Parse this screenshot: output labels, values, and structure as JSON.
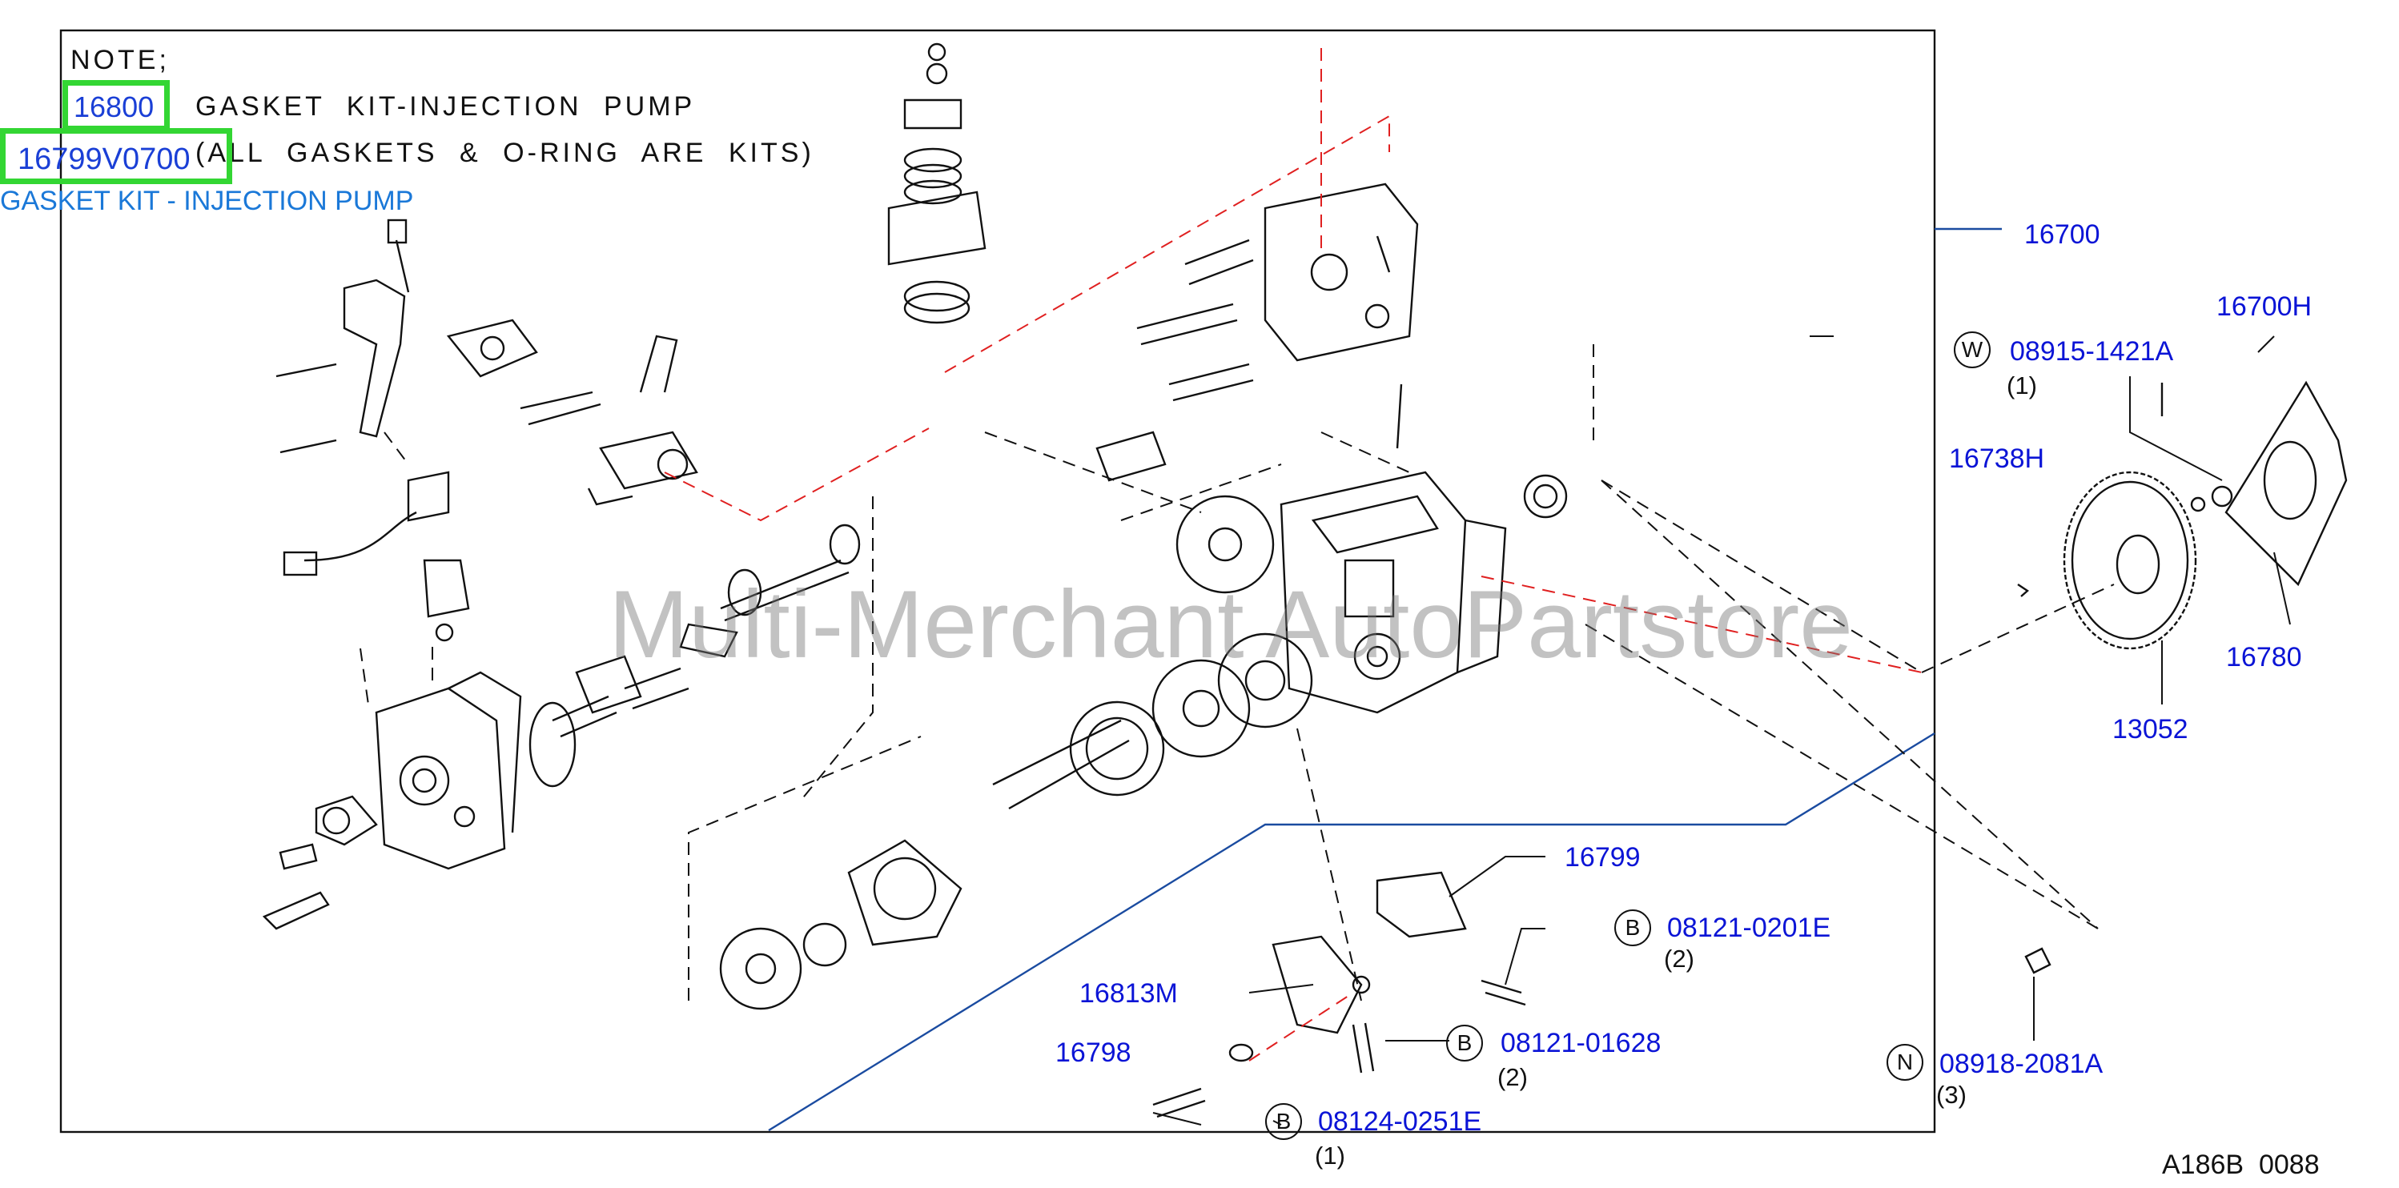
{
  "note": {
    "heading": "NOTE;",
    "kit_code": "16800",
    "kit_name": "GASKET KIT-INJECTION PUMP",
    "kit_sub": "(ALL GASKETS & O-RING ARE KITS)"
  },
  "highlight": {
    "part_number": "16799V0700",
    "part_name": "GASKET KIT - INJECTION PUMP"
  },
  "watermark": "Multi-Merchant AutoPartstore",
  "diagram_code": "A186B  0088",
  "parts": {
    "p16700": "16700",
    "p16700H": "16700H",
    "p16738H": "16738H",
    "p16780": "16780",
    "p13052": "13052",
    "p16799": "16799",
    "p16813M": "16813M",
    "p16798": "16798"
  },
  "callouts": {
    "w": {
      "letter": "W",
      "part": "08915-1421A",
      "qty": "(1)"
    },
    "b1": {
      "letter": "B",
      "part": "08121-0201E",
      "qty": "(2)"
    },
    "b2": {
      "letter": "B",
      "part": "08121-01628",
      "qty": "(2)"
    },
    "b3": {
      "letter": "B",
      "part": "08124-0251E",
      "qty": "(1)"
    },
    "n": {
      "letter": "N",
      "part": "08918-2081A",
      "qty": "(3)"
    }
  }
}
